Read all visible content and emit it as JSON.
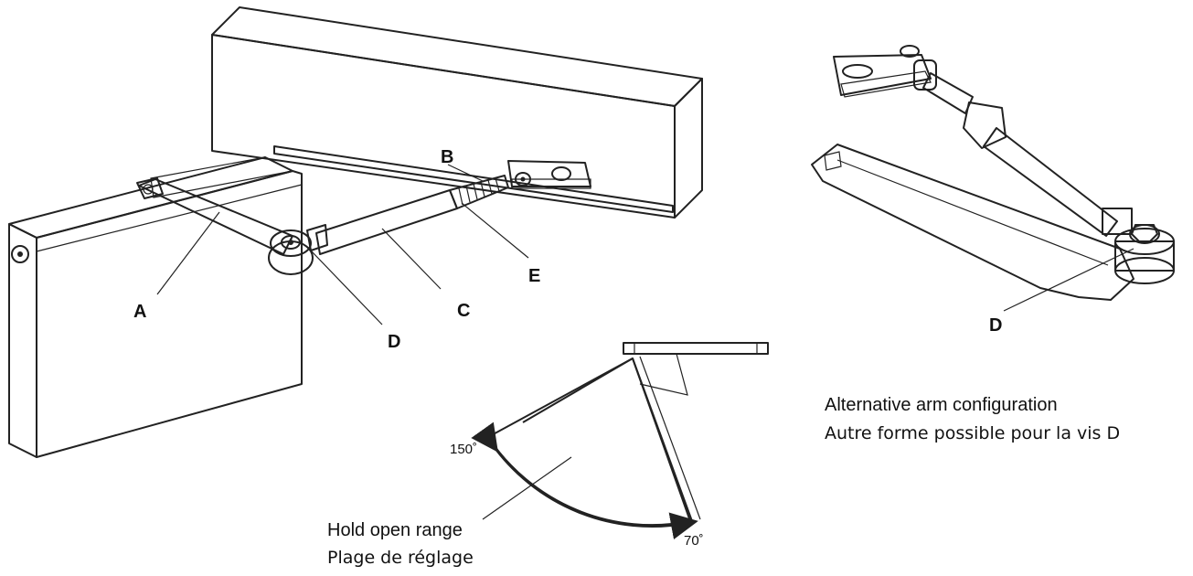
{
  "main_figure": {
    "callouts": {
      "a": "A",
      "b": "B",
      "c": "C",
      "d": "D",
      "e": "E"
    }
  },
  "hold_open": {
    "angle_max": "150˚",
    "angle_min": "70˚",
    "caption_en": "Hold open range",
    "caption_fr": "Plage de réglage"
  },
  "alternative": {
    "callout_d": "D",
    "caption_en": "Alternative arm configuration",
    "caption_fr": "Autre forme possible pour la vis D"
  },
  "colors": {
    "line": "#222222",
    "shade": "#cfcfcf",
    "range_fill": "#bdbdbd",
    "background": "#ffffff"
  }
}
